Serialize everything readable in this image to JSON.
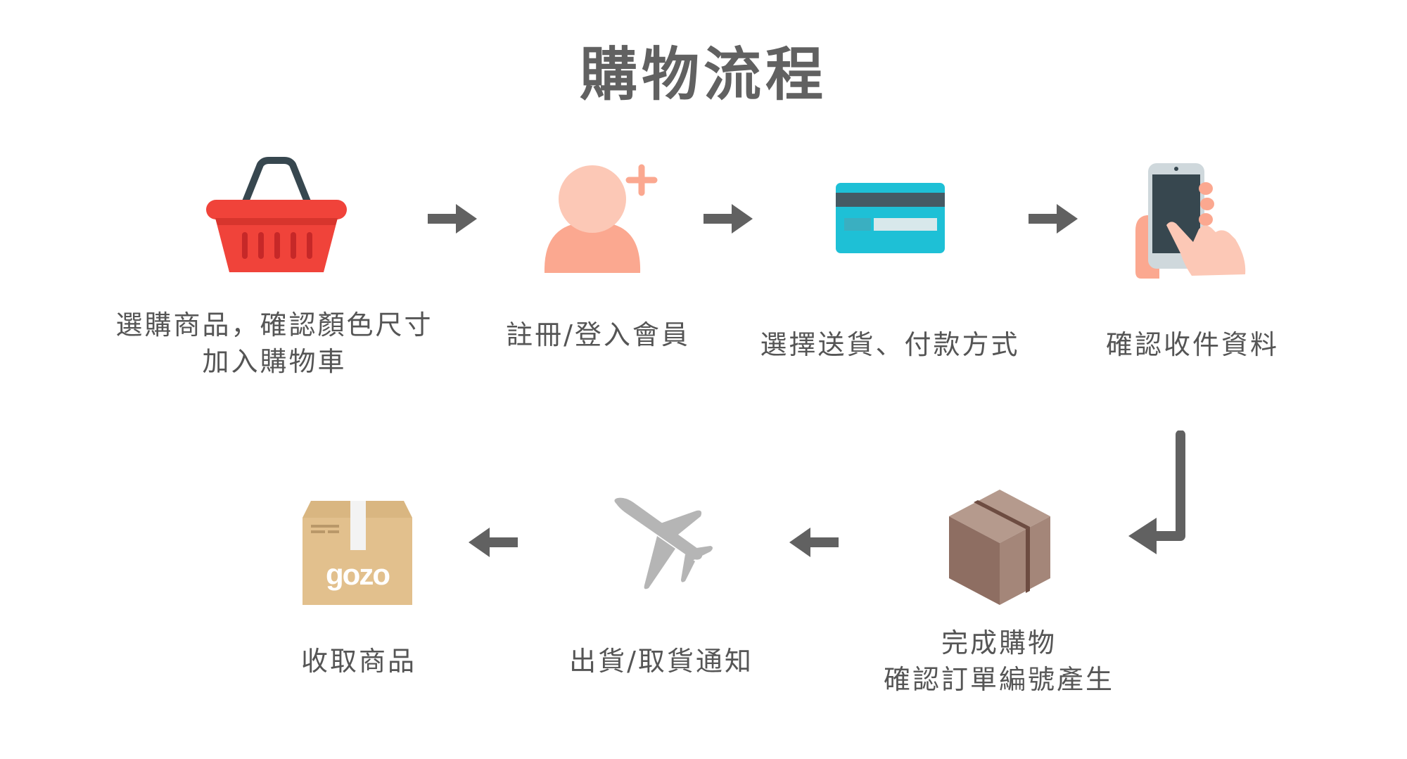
{
  "title": "購物流程",
  "steps": [
    {
      "icon": "shopping-basket-icon",
      "label_lines": [
        "選購商品，確認顏色尺寸",
        "加入購物車"
      ]
    },
    {
      "icon": "user-add-icon",
      "label_lines": [
        "註冊/登入會員"
      ]
    },
    {
      "icon": "credit-card-icon",
      "label_lines": [
        "選擇送貨、付款方式"
      ]
    },
    {
      "icon": "smartphone-hand-icon",
      "label_lines": [
        "確認收件資料"
      ]
    },
    {
      "icon": "package-box-icon",
      "label_lines": [
        "完成購物",
        "確認訂單編號產生"
      ]
    },
    {
      "icon": "airplane-icon",
      "label_lines": [
        "出貨/取貨通知"
      ]
    },
    {
      "icon": "gozo-box-icon",
      "label_lines": [
        "收取商品"
      ]
    }
  ],
  "brand": {
    "box_logo_text": "gozo"
  },
  "colors": {
    "title": "#616161",
    "arrow": "#616161",
    "basket": "#F0433A",
    "user": "#FBA890",
    "card": "#1EC0D6",
    "box_brown": "#9E7D6E",
    "plane": "#B5B5B5",
    "kraft_box": "#E2C08D"
  }
}
